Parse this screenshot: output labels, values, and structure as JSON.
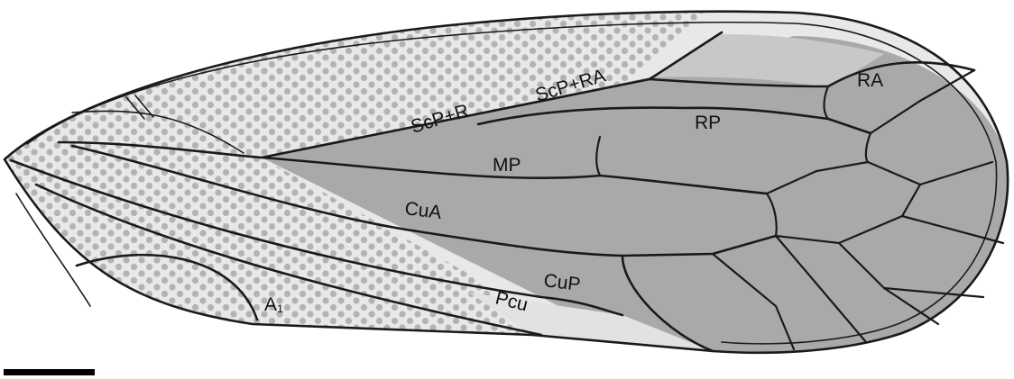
{
  "figure": {
    "vein_labels": {
      "scp_r": "ScP+R",
      "scp_ra": "ScP+RA",
      "ra": "RA",
      "rp": "RP",
      "mp": "MP",
      "cua": "CuA",
      "cup": "CuP",
      "pcu": "Pcu",
      "a1": "A₁"
    },
    "colors": {
      "background": "#ffffff",
      "membrane_light": "#e8e8e8",
      "membrane_dark": "#a9a9a9",
      "dots": "#b3b3b3",
      "veins": "#1a1a1a",
      "scale_bar": "#000000"
    }
  }
}
